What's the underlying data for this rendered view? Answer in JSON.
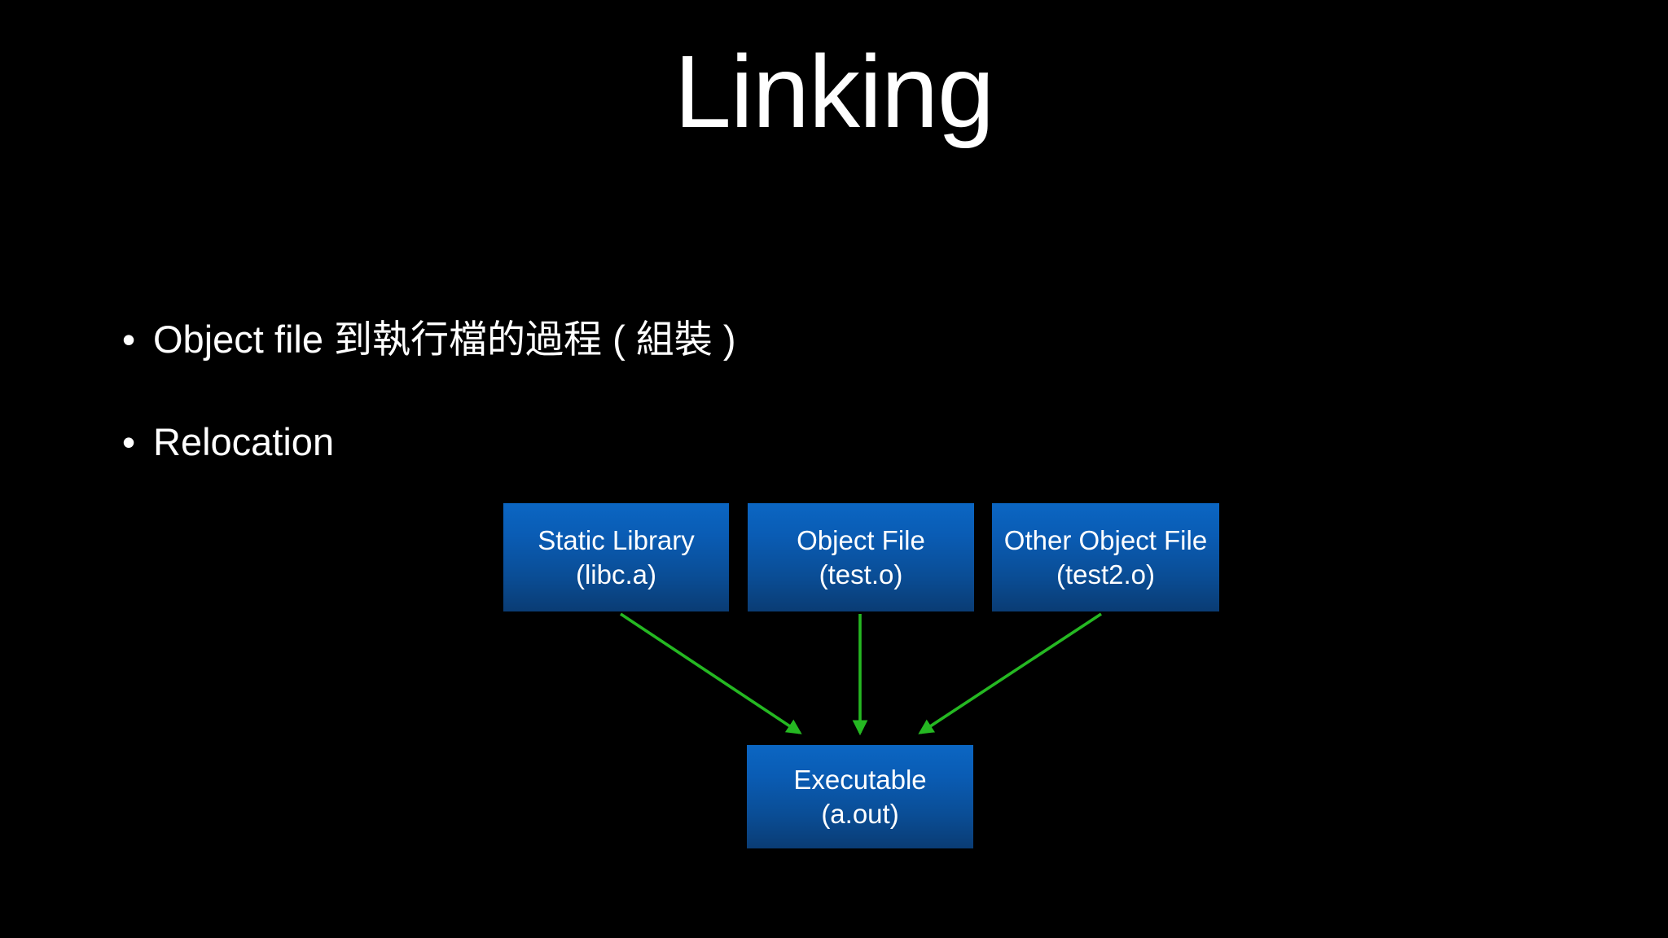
{
  "slide": {
    "title": "Linking",
    "background_color": "#000000",
    "text_color": "#ffffff"
  },
  "bullets": [
    {
      "marker": "•",
      "text": "Object file 到執行檔的過程 ( 組裝 )"
    },
    {
      "marker": "•",
      "text": "Relocation"
    }
  ],
  "diagram": {
    "node_fill_top": "#0b66c3",
    "node_fill_bottom": "#0a3c74",
    "arrow_color": "#25b822",
    "nodes": [
      {
        "id": "static-library",
        "line1": "Static Library",
        "line2": "(libc.a)"
      },
      {
        "id": "object-file",
        "line1": "Object File",
        "line2": "(test.o)"
      },
      {
        "id": "other-object-file",
        "line1": "Other Object File",
        "line2": "(test2.o)"
      },
      {
        "id": "executable",
        "line1": "Executable",
        "line2": "(a.out)"
      }
    ],
    "edges": [
      {
        "from": "static-library",
        "to": "executable"
      },
      {
        "from": "object-file",
        "to": "executable"
      },
      {
        "from": "other-object-file",
        "to": "executable"
      }
    ]
  }
}
